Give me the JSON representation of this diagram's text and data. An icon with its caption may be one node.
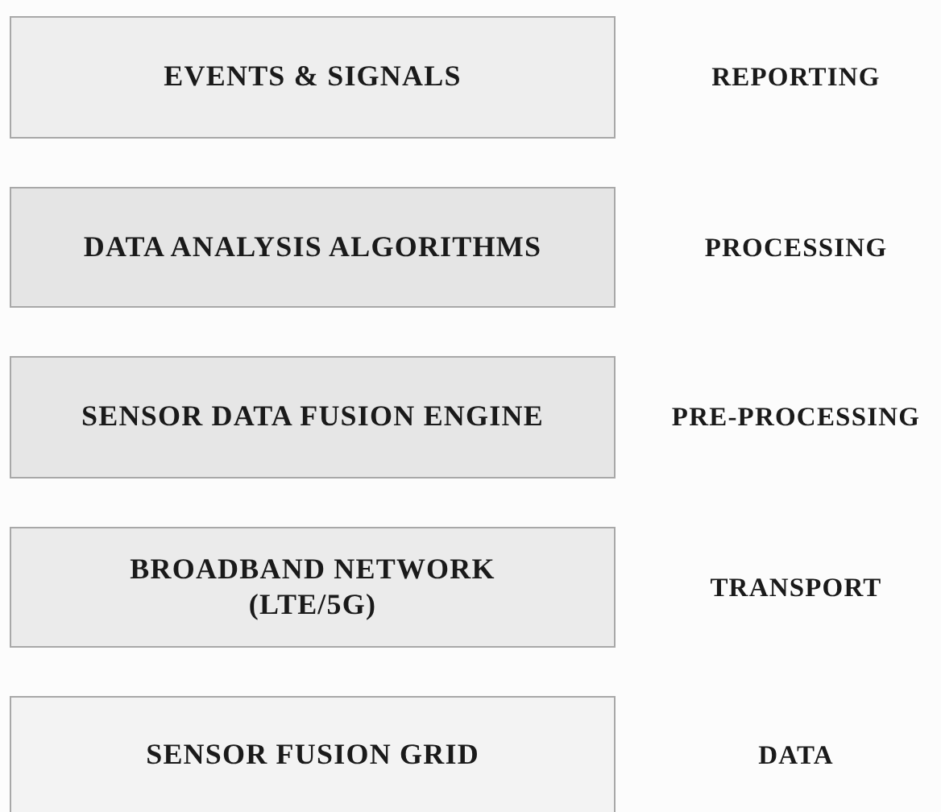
{
  "diagram": {
    "nodes": [
      {
        "text": [
          "EVENTS & SIGNALS"
        ]
      },
      {
        "text": [
          "DATA ANALYSIS ALGORITHMS"
        ]
      },
      {
        "text": [
          "SENSOR DATA FUSION ENGINE"
        ]
      },
      {
        "text": [
          "BROADBAND NETWORK (LTE/5G)"
        ]
      },
      {
        "text": [
          "SENSOR FUSION GRID"
        ]
      }
    ],
    "labels": [
      "REPORTING",
      "PROCESSING",
      "PRE-PROCESSING",
      "TRANSPORT",
      "DATA"
    ]
  }
}
